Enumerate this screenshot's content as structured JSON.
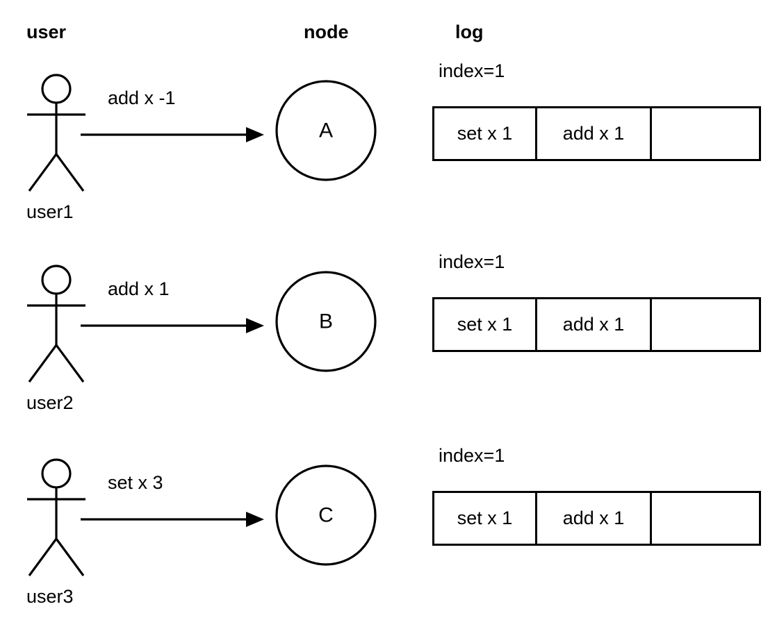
{
  "diagram": {
    "title_columns": [
      {
        "key": "user",
        "label": "user"
      },
      {
        "key": "node",
        "label": "node"
      },
      {
        "key": "log",
        "label": "log"
      }
    ],
    "stroke_color": "#000000",
    "background_color": "#ffffff",
    "log_columns": 3,
    "rows": [
      {
        "actor_name": "user1",
        "actor_icon": "stick-figure-icon",
        "message": "add x -1",
        "arrow_icon": "right-arrow-icon",
        "node_label": "A",
        "log_index_label": "index=1",
        "log_entries": [
          "set x 1",
          "add x 1",
          ""
        ]
      },
      {
        "actor_name": "user2",
        "actor_icon": "stick-figure-icon",
        "message": "add x 1",
        "arrow_icon": "right-arrow-icon",
        "node_label": "B",
        "log_index_label": "index=1",
        "log_entries": [
          "set x 1",
          "add x 1",
          ""
        ]
      },
      {
        "actor_name": "user3",
        "actor_icon": "stick-figure-icon",
        "message": "set x 3",
        "arrow_icon": "right-arrow-icon",
        "node_label": "C",
        "log_index_label": "index=1",
        "log_entries": [
          "set x 1",
          "add x 1",
          ""
        ]
      }
    ]
  }
}
